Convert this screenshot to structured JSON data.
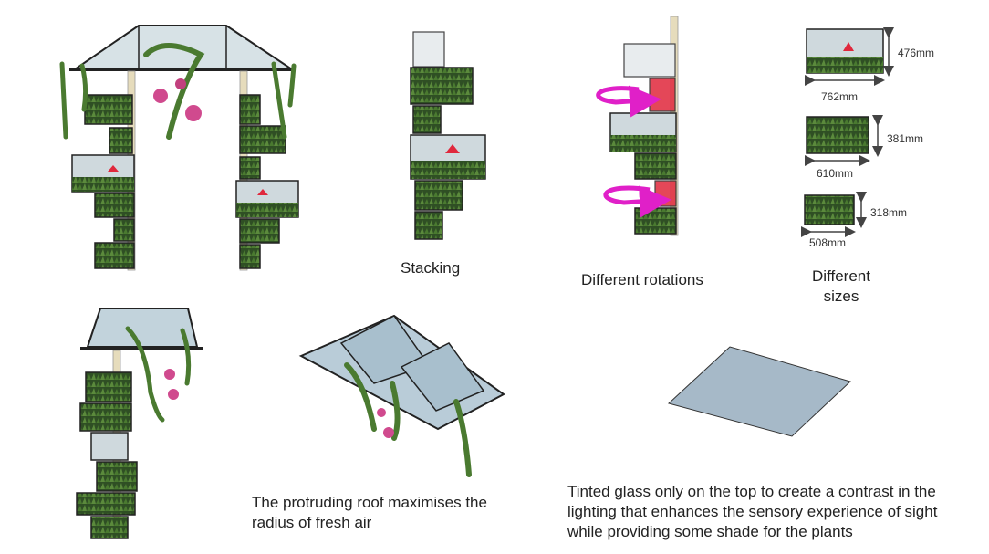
{
  "labels": {
    "stacking": "Stacking",
    "rotations": "Different rotations",
    "sizes": "Different\nsizes",
    "roof": "The protruding roof maximises the radius of fresh air",
    "tinted": "Tinted glass only on the top to create a contrast in the lighting that enhances the sensory experience of sight while providing some shade for the plants"
  },
  "sizes": [
    {
      "width": "762mm",
      "height": "476mm"
    },
    {
      "width": "610mm",
      "height": "381mm"
    },
    {
      "width": "508mm",
      "height": "318mm"
    }
  ],
  "colors": {
    "frame": "#222222",
    "glass": "#c9d8e0",
    "tinted_glass": "#a6b9c8",
    "post": "#e6dcbc",
    "foliage": "#3e6b2a",
    "flower": "#d04a8e",
    "rotation_arrow": "#e020c8",
    "highlight": "#e0283c"
  }
}
